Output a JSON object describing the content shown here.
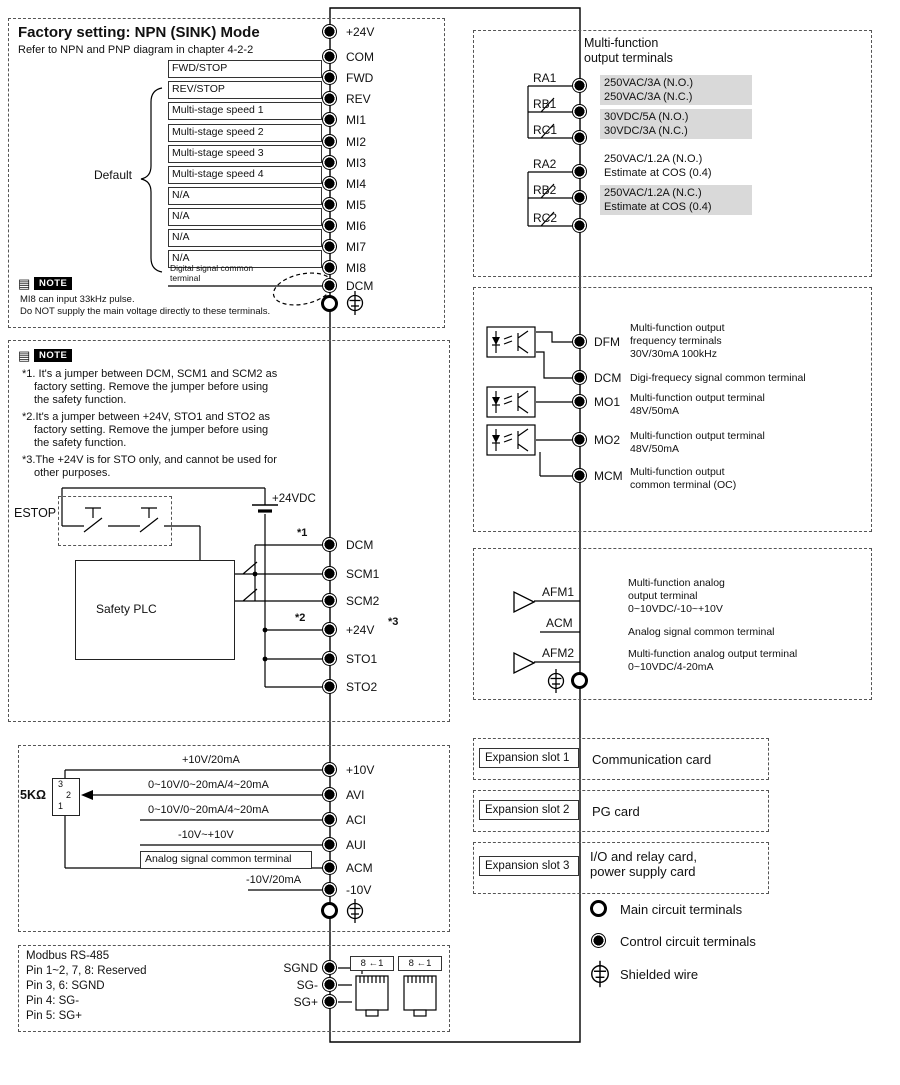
{
  "box_inputs": {
    "title": "Factory setting: NPN (SINK) Mode",
    "subtitle": "Refer to NPN and PNP diagram in chapter 4-2-2",
    "default_label": "Default",
    "note_tag": "NOTE",
    "note1": "MI8 can input 33kHz pulse.",
    "note2": "Do NOT supply the main voltage directly to these terminals.",
    "t24": "+24V",
    "tcom": "COM",
    "rows": [
      {
        "label": "FWD/STOP",
        "term": "FWD"
      },
      {
        "label": "REV/STOP",
        "term": "REV"
      },
      {
        "label": "Multi-stage speed 1",
        "term": "MI1"
      },
      {
        "label": "Multi-stage speed 2",
        "term": "MI2"
      },
      {
        "label": "Multi-stage speed 3",
        "term": "MI3"
      },
      {
        "label": "Multi-stage speed 4",
        "term": "MI4"
      },
      {
        "label": "N/A",
        "term": "MI5"
      },
      {
        "label": "N/A",
        "term": "MI6"
      },
      {
        "label": "N/A",
        "term": "MI7"
      },
      {
        "label": "N/A",
        "term": "MI8"
      },
      {
        "label": "Digital signal common terminal",
        "term": "DCM"
      }
    ]
  },
  "relay": {
    "header1": "Multi-function",
    "header2": "output terminals",
    "terms": [
      "RA1",
      "RB1",
      "RC1",
      "RA2",
      "RB2",
      "RC2"
    ],
    "specs": [
      {
        "l1": "250VAC/3A (N.O.)",
        "l2": "250VAC/3A (N.C.)"
      },
      {
        "l1": "30VDC/5A (N.O.)",
        "l2": "30VDC/3A (N.C.)"
      },
      {
        "l1": "250VAC/1.2A (N.O.)",
        "l2": "Estimate at COS (0.4)"
      },
      {
        "l1": "250VAC/1.2A (N.C.)",
        "l2": "Estimate at COS (0.4)"
      }
    ]
  },
  "digital": {
    "rows": [
      {
        "term": "DFM",
        "d1": "Multi-function output",
        "d2": "frequency terminals",
        "d3": "30V/30mA 100kHz"
      },
      {
        "term": "DCM",
        "d1": "Digi-frequecy signal common terminal",
        "d2": "",
        "d3": ""
      },
      {
        "term": "MO1",
        "d1": "Multi-function output terminal",
        "d2": "48V/50mA",
        "d3": ""
      },
      {
        "term": "MO2",
        "d1": "Multi-function output terminal",
        "d2": "48V/50mA",
        "d3": ""
      },
      {
        "term": "MCM",
        "d1": "Multi-function output",
        "d2": "common terminal (OC)",
        "d3": ""
      }
    ]
  },
  "safety": {
    "note_tag": "NOTE",
    "lines": [
      "*1. It's a jumper between DCM, SCM1 and SCM2 as",
      "factory setting. Remove the jumper before using",
      "the safety function.",
      "*2.It's a jumper between +24V, STO1 and STO2 as",
      "factory setting. Remove the jumper before using",
      "the safety function.",
      "*3.The +24V is for STO only, and cannot be used for",
      "other purposes."
    ],
    "estop": "ESTOP",
    "plc": "Safety PLC",
    "supply": "+24VDC",
    "a1": "*1",
    "a2": "*2",
    "a3": "*3",
    "terms": [
      "DCM",
      "SCM1",
      "SCM2",
      "+24V",
      "STO1",
      "STO2"
    ]
  },
  "analog_out": {
    "afm1": "AFM1",
    "acm": "ACM",
    "afm2": "AFM2",
    "afm1_d1": "Multi-function analog",
    "afm1_d2": "output terminal",
    "afm1_d3": "0~10VDC/-10~+10V",
    "acm_d1": "Analog signal common terminal",
    "afm2_d1": "Multi-function analog output terminal",
    "afm2_d2": "0~10VDC/4-20mA"
  },
  "analog_in": {
    "pot": "5KΩ",
    "p3": "3",
    "p2": "2",
    "p1": "1",
    "rows": [
      {
        "label": "+10V/20mA",
        "term": "+10V"
      },
      {
        "label": "0~10V/0~20mA/4~20mA",
        "term": "AVI"
      },
      {
        "label": "0~10V/0~20mA/4~20mA",
        "term": "ACI"
      },
      {
        "label": "-10V~+10V",
        "term": "AUI"
      },
      {
        "label": "Analog signal common terminal",
        "term": "ACM"
      },
      {
        "label": "-10V/20mA",
        "term": "-10V"
      }
    ]
  },
  "modbus": {
    "l1": "Modbus RS-485",
    "l2": "Pin 1~2, 7, 8: Reserved",
    "l3": "Pin 3, 6: SGND",
    "l4": "Pin 4: SG-",
    "l5": "Pin 5: SG+",
    "terms": [
      "SGND",
      "SG-",
      "SG+"
    ],
    "rj": "8 ←1"
  },
  "slots": [
    {
      "slot": "Expansion slot 1",
      "card": "Communication card",
      "card2": ""
    },
    {
      "slot": "Expansion slot 2",
      "card": "PG card",
      "card2": ""
    },
    {
      "slot": "Expansion slot 3",
      "card": "I/O and relay card,",
      "card2": "power supply card"
    }
  ],
  "legend": {
    "main": "Main circuit terminals",
    "control": "Control circuit terminals",
    "shield": "Shielded wire"
  },
  "colors": {
    "gray": "#d9d9d9",
    "line": "#000000"
  }
}
